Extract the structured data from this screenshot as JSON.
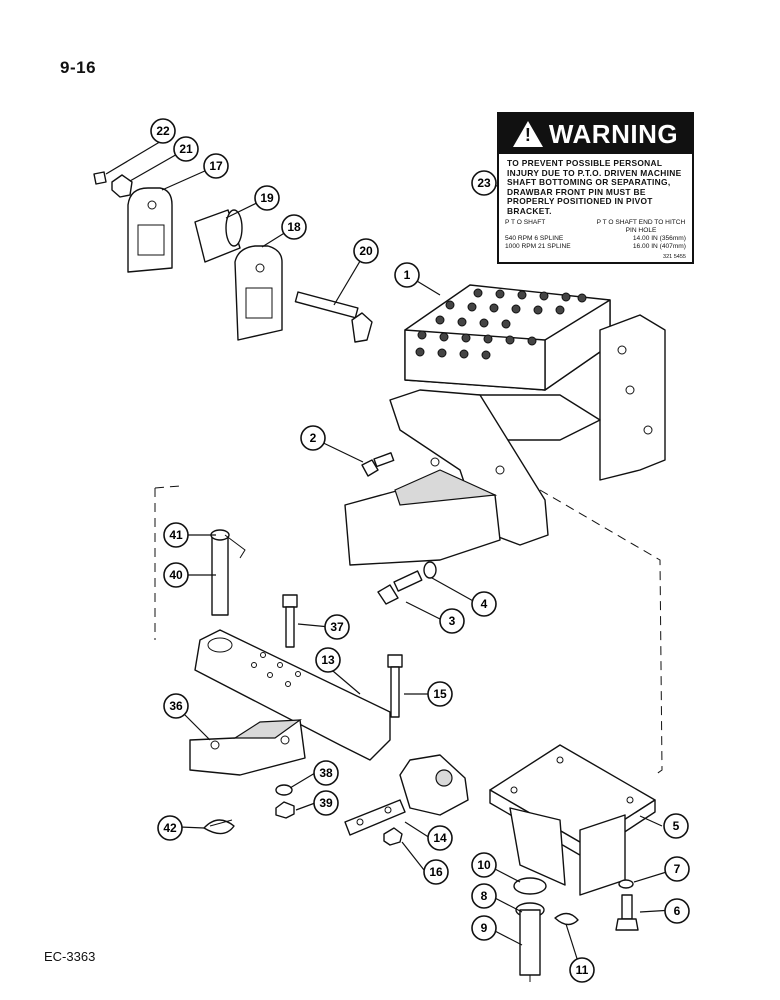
{
  "page_number": "9-16",
  "footer_code": "EC-3363",
  "warning_decal": {
    "title": "WARNING",
    "message": "TO PREVENT POSSIBLE PERSONAL INJURY DUE TO P.T.O. DRIVEN MACHINE SHAFT BOTTOMING OR SEPARATING, DRAWBAR FRONT PIN MUST BE PROPERLY POSITIONED IN PIVOT BRACKET.",
    "col_header_left": "P T O SHAFT",
    "col_header_right": "P T O SHAFT END TO HITCH PIN HOLE",
    "row1_left": "540 RPM 6 SPLINE",
    "row1_right": "14.00 IN (356mm)",
    "row2_left": "1000 RPM 21 SPLINE",
    "row2_right": "16.00 IN (407mm)",
    "part_code": "321 5455"
  },
  "callouts": [
    "1",
    "2",
    "3",
    "4",
    "5",
    "6",
    "7",
    "8",
    "9",
    "10",
    "11",
    "13",
    "14",
    "15",
    "16",
    "17",
    "18",
    "19",
    "20",
    "21",
    "22",
    "23",
    "36",
    "37",
    "38",
    "39",
    "40",
    "41",
    "42"
  ]
}
